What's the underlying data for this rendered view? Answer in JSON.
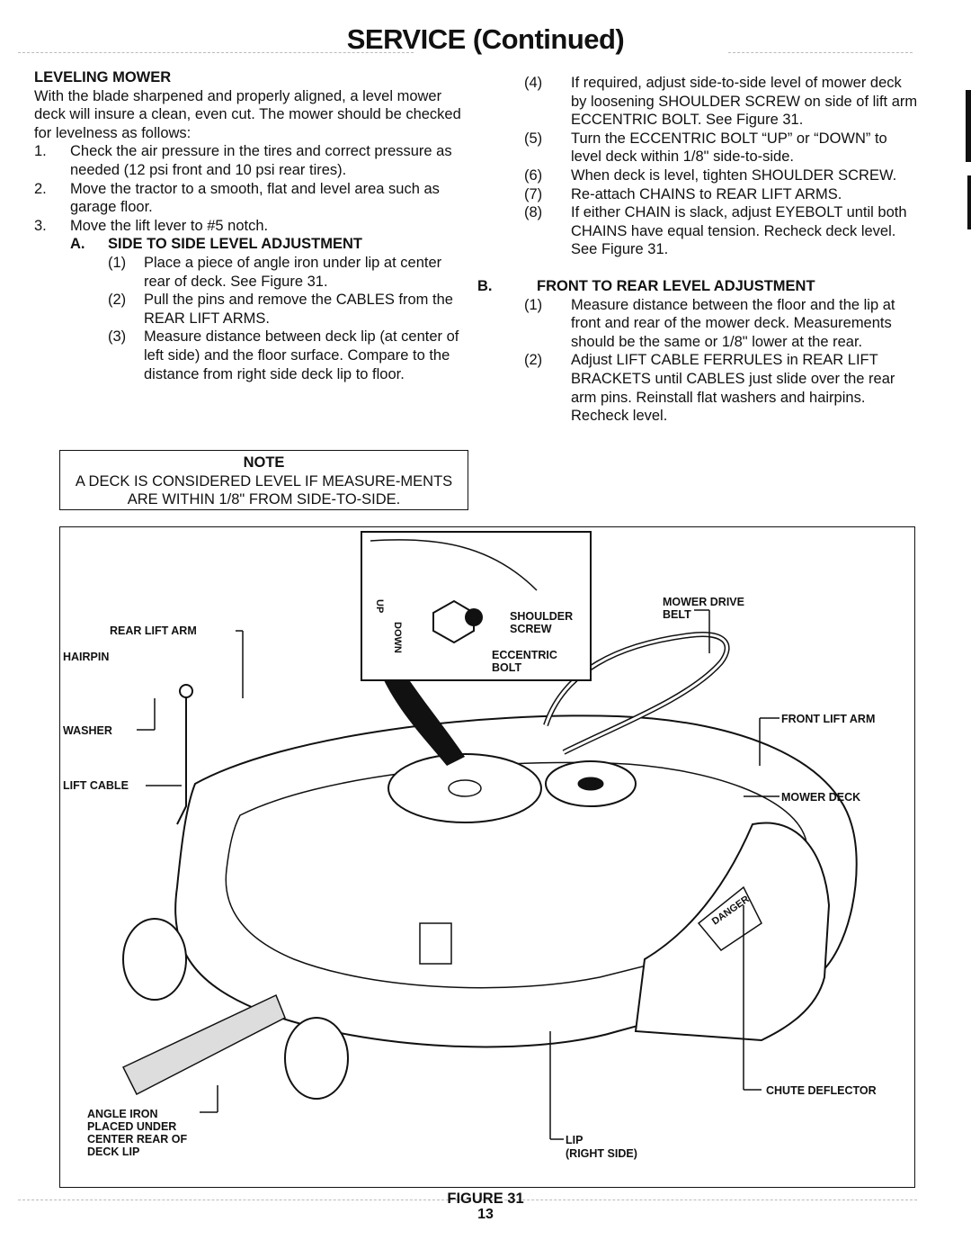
{
  "page_title": "SERVICE (Continued)",
  "left_column": {
    "heading": "LEVELING MOWER",
    "intro": "With the blade sharpened and properly aligned, a level mower deck will insure a clean, even cut. The mower should be checked for levelness as follows:",
    "steps": [
      {
        "num": "1.",
        "text": "Check the air pressure in the tires and correct pressure as needed (12 psi front and 10 psi rear tires)."
      },
      {
        "num": "2.",
        "text": "Move the tractor to a smooth, flat and level area such as garage floor."
      },
      {
        "num": "3.",
        "text": "Move the lift lever to #5 notch."
      }
    ],
    "section_a": {
      "letter": "A.",
      "title": "SIDE TO SIDE LEVEL ADJUSTMENT",
      "items": [
        {
          "num": "(1)",
          "text": "Place a piece of angle iron under lip at center rear of deck. See Figure 31."
        },
        {
          "num": "(2)",
          "text": "Pull the pins and remove the CABLES from the REAR LIFT ARMS."
        },
        {
          "num": "(3)",
          "text": "Measure distance between deck lip (at center of left side) and the floor surface. Compare to the distance from right side deck lip to floor."
        }
      ]
    }
  },
  "note": {
    "title": "NOTE",
    "text": "A DECK IS CONSIDERED LEVEL IF MEASURE-MENTS ARE WITHIN 1/8\" FROM SIDE-TO-SIDE."
  },
  "right_column": {
    "items": [
      {
        "num": "(4)",
        "text": "If required, adjust side-to-side level of mower deck by loosening SHOULDER SCREW on side of lift arm ECCENTRIC BOLT. See Figure 31."
      },
      {
        "num": "(5)",
        "text": "Turn the ECCENTRIC BOLT “UP” or “DOWN” to level deck within 1/8\" side-to-side."
      },
      {
        "num": "(6)",
        "text": "When deck is level, tighten SHOULDER SCREW."
      },
      {
        "num": "(7)",
        "text": "Re-attach CHAINS to REAR LIFT ARMS."
      },
      {
        "num": "(8)",
        "text": "If either CHAIN is slack, adjust EYEBOLT until both CHAINS have equal tension. Recheck deck level. See Figure 31."
      }
    ],
    "section_b": {
      "letter": "B.",
      "title": "FRONT TO REAR LEVEL ADJUSTMENT",
      "items": [
        {
          "num": "(1)",
          "text": "Measure distance between the floor and the lip at front and rear of the mower deck. Measurements should be the same or 1/8\" lower at the rear."
        },
        {
          "num": "(2)",
          "text": "Adjust LIFT CABLE FERRULES in REAR LIFT BRACKETS until CABLES just slide over the rear arm pins. Reinstall flat washers and hairpins. Recheck level."
        }
      ]
    }
  },
  "figure": {
    "callouts": {
      "rear_lift_arm": "REAR LIFT ARM",
      "hairpin": "HAIRPIN",
      "washer": "WASHER",
      "lift_cable": "LIFT CABLE",
      "shoulder_screw": "SHOULDER SCREW",
      "eccentric_bolt": "ECCENTRIC BOLT",
      "mower_drive_belt": "MOWER DRIVE BELT",
      "front_lift_arm": "FRONT LIFT ARM",
      "mower_deck": "MOWER DECK",
      "chute_deflector": "CHUTE DEFLECTOR",
      "angle_iron": "ANGLE IRON PLACED UNDER CENTER REAR OF DECK LIP",
      "lip": "LIP",
      "right_side": "(RIGHT SIDE)",
      "inset_up": "UP",
      "inset_down": "DOWN",
      "danger_decal": "DANGER"
    },
    "label": "FIGURE 31"
  },
  "page_number": "13"
}
